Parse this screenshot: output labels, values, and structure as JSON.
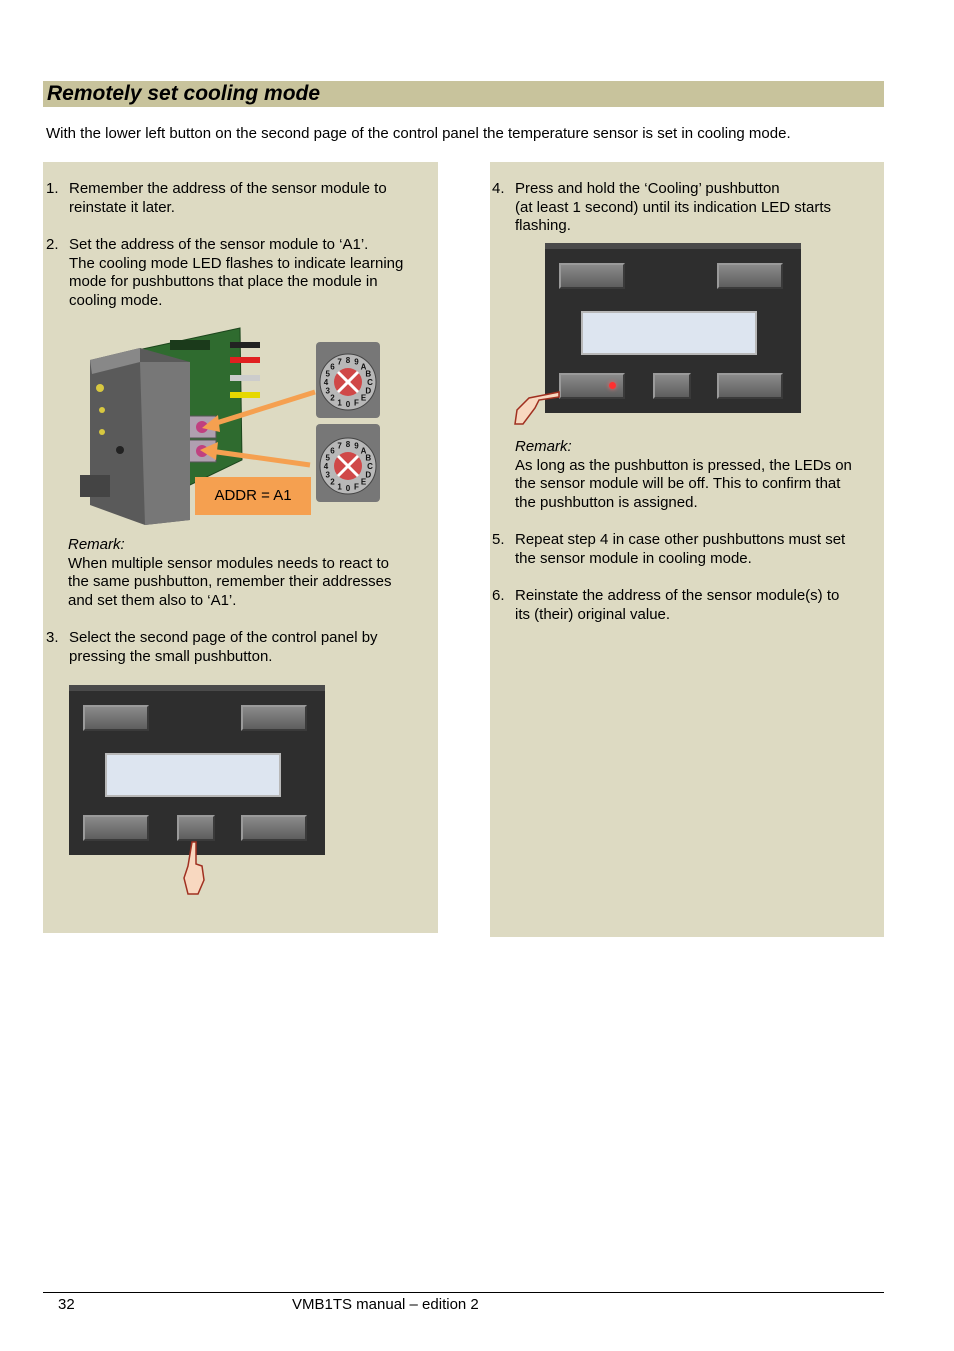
{
  "title": "Remotely set cooling mode",
  "intro": "With the lower left button on the second page of the control panel the temperature sensor is set in cooling mode.",
  "steps": [
    {
      "num": "1.",
      "lines": [
        "Remember the address of the sensor module to",
        "reinstate it later."
      ]
    },
    {
      "num": "2.",
      "lines": [
        "Set the address of the sensor module to ‘A1’.",
        "The cooling mode LED flashes to indicate learning",
        "mode for pushbuttons that place the module in",
        "cooling mode."
      ]
    },
    {
      "num": "3.",
      "lines": [
        "Select the second page of the control panel by",
        "pressing the small pushbutton."
      ]
    },
    {
      "num": "4.",
      "lines": [
        "Press and hold the ‘Cooling’ pushbutton",
        "(at least 1 second) until its indication LED starts",
        "flashing."
      ]
    },
    {
      "num": "5.",
      "lines": [
        "Repeat step 4 in case other pushbuttons must set",
        "the sensor module in cooling mode."
      ]
    },
    {
      "num": "6.",
      "lines": [
        "Reinstate the address of the sensor module(s) to",
        "its (their) original value."
      ]
    }
  ],
  "remark1": {
    "title": "Remark:",
    "lines": [
      "When multiple sensor modules needs to react to",
      "the same pushbutton, remember their addresses",
      "and set them also to ‘A1’."
    ]
  },
  "remark2": {
    "title": "Remark:",
    "lines": [
      "As long as the pushbutton is pressed, the LEDs on",
      "the sensor module will be off. This to confirm that",
      "the pushbutton is assigned."
    ]
  },
  "addr_label": "ADDR = A1",
  "dial_hex": "0123456789ABCDEF",
  "footer": {
    "page": "32",
    "doc": "VMB1TS manual – edition 2"
  }
}
